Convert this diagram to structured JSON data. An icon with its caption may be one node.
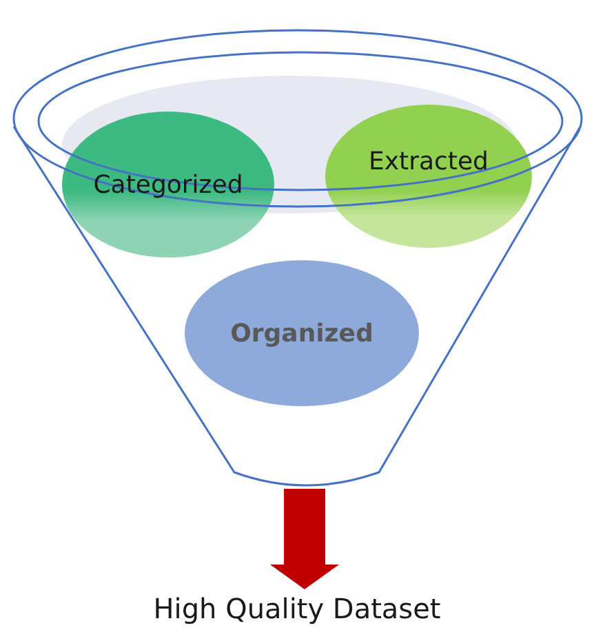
{
  "diagram": {
    "nodes": [
      {
        "text": [],
        "shape": "funnel"
      },
      {
        "text": [
          "Categorized"
        ],
        "in": 0
      },
      {
        "text": [
          "Extracted"
        ],
        "in": 0
      },
      {
        "text": [
          "Organized"
        ],
        "in": 0
      },
      {
        "text": [
          "High Quality Dataset"
        ]
      }
    ],
    "edges": [
      {
        "from": 0,
        "to": 4,
        "arrow": "to",
        "style": "thick",
        "color": "#c00000"
      }
    ]
  }
}
